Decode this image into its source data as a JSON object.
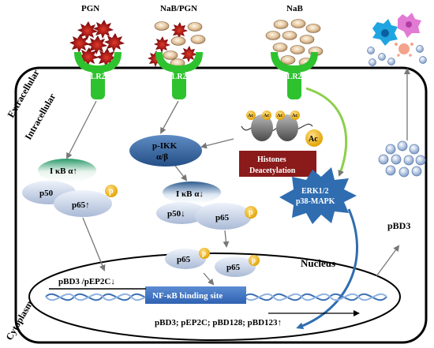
{
  "ligands": {
    "pgn": "PGN",
    "nab_pgn": "NaB/PGN",
    "nab": "NaB"
  },
  "regions": {
    "extracellular": "Extracellular",
    "intracellular": "Intracellular",
    "cytoplasm": "Cytoplasm",
    "nucleus": "Nucleus"
  },
  "receptor_label": "TLR2",
  "left_path": {
    "ikb": "I κB α↑",
    "p50": "p50",
    "p65": "p65↑",
    "p": "p"
  },
  "middle_path": {
    "ikk": "p-IKK",
    "ikk_sub": "α/β",
    "ikb": "I κB α↓",
    "p50": "p50↓",
    "p65": "p65",
    "p": "p"
  },
  "histone": {
    "ac": "Ac",
    "title_line1": "Histones",
    "title_line2": "Deacetylation"
  },
  "mapk": {
    "line1": "ERK1/2",
    "line2": "p38-MAPK"
  },
  "nuclear_p65": {
    "a": "p65",
    "b": "p65",
    "p": "p"
  },
  "nucleus_content": {
    "left_genes": "pBD3 /pEP2C↓",
    "binding_site": "NF-κB binding site",
    "right_genes": "pBD3; pEP2C; pBD128; pBD123↑"
  },
  "product": "pBD3",
  "colors": {
    "receptor": "#2ec22e",
    "arrow": "#777777",
    "ikk": "#3a6aa5",
    "histone_box": "#8b1a1a",
    "phospho": "#f2b20c",
    "mapk": "#2f6db0"
  }
}
